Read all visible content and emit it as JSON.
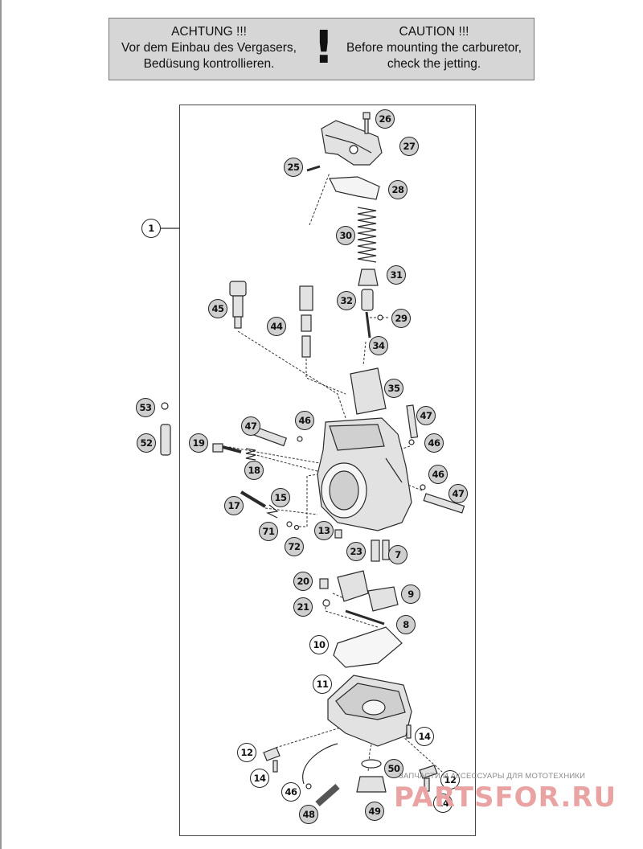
{
  "caution": {
    "de_lines": [
      "ACHTUNG !!!",
      "Vor dem Einbau des Vergasers,",
      "Bedüsung kontrollieren."
    ],
    "en_lines": [
      "CAUTION !!!",
      "Before mounting the carburetor,",
      "check the jetting."
    ],
    "mark": "!"
  },
  "callouts": [
    "1",
    "26",
    "27",
    "25",
    "28",
    "30",
    "31",
    "32",
    "29",
    "45",
    "44",
    "34",
    "35",
    "53",
    "47",
    "46",
    "52",
    "19",
    "18",
    "47",
    "46",
    "46",
    "47",
    "17",
    "15",
    "71",
    "72",
    "13",
    "23",
    "7",
    "20",
    "9",
    "21",
    "8",
    "10",
    "11",
    "14",
    "12",
    "14",
    "50",
    "12",
    "46",
    "14",
    "48",
    "49"
  ],
  "watermark": {
    "caption": "ЗАПЧАСТИ И АКСЕССУАРЫ ДЛЯ МОТОТЕХНИКИ",
    "logo": "PARTSFOR.RU"
  }
}
